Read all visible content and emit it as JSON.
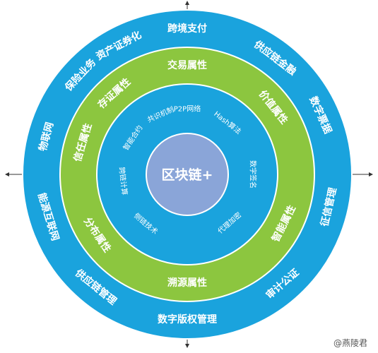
{
  "center_label": "区块链+",
  "colors": {
    "outer_ring": "#1aa3dd",
    "middle_ring": "#8cc63f",
    "inner_ring": "#1aa3dd",
    "center": "#8aa5d8",
    "axis": "#333333",
    "ring_border": "#ffffff"
  },
  "outer_ring_items": [
    "跨境支付",
    "供应链金融",
    "数字票据",
    "征信管理",
    "审计公证",
    "数字版权管理",
    "供应链管理",
    "能源互联网",
    "物联网",
    "保险业务",
    "资产证券化"
  ],
  "middle_ring_items": [
    "交易属性",
    "价值属性",
    "智能属性",
    "溯源属性",
    "分布属性",
    "信任属性",
    "存证属性"
  ],
  "inner_ring_items": [
    "P2P网络",
    "Hash算法",
    "数字签名",
    "代理加密",
    "侧链技术",
    "跨链计算",
    "智能合约",
    "共识机制"
  ],
  "watermark": "@燕陵君"
}
